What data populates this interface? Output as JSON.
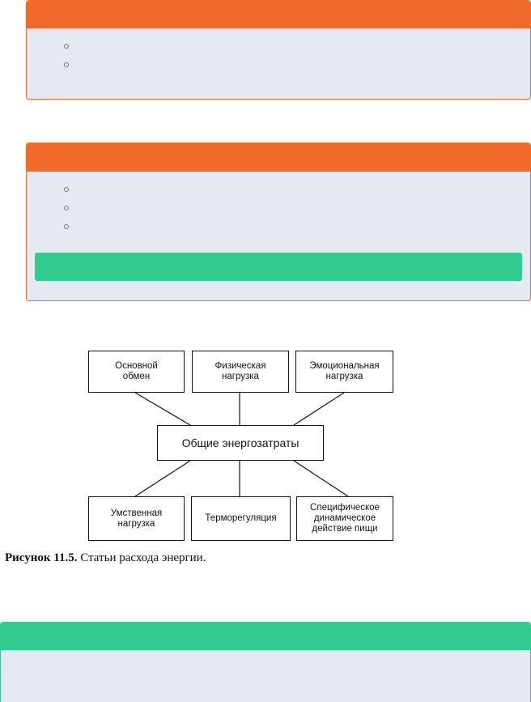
{
  "colors": {
    "orange_accent": "#f26a2a",
    "green_accent": "#30cc90",
    "card_background": "#e6e8f2"
  },
  "cards": [
    {
      "header_color": "#f26a2a",
      "bullet_count": 2
    },
    {
      "header_color": "#f26a2a",
      "bullet_count": 3,
      "has_green_bar": true
    },
    {
      "header_color": "#30cc90",
      "bullet_count": 0
    }
  ],
  "figure": {
    "nodes": {
      "basal": "Основной\nобмен",
      "physical": "Физическая\nнагрузка",
      "emotional": "Эмоциональная\nнагрузка",
      "total": "Общие энергозатраты",
      "mental": "Умственная\nнагрузка",
      "thermo": "Терморегуляция",
      "sda": "Специфическое\nдинамическое\nдействие пищи"
    },
    "caption_label": "Рисунок 11.5.",
    "caption_text": " Статьи расхода энергии."
  }
}
